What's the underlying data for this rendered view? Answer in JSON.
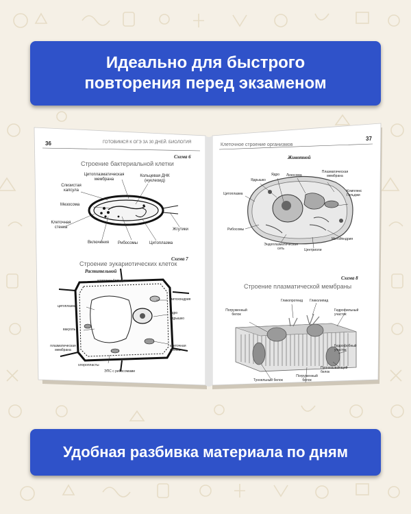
{
  "banners": {
    "top": "Идеально для быстрого повторения перед экзаменом",
    "bottom": "Удобная разбивка материала по дням"
  },
  "left_page": {
    "page_number": "36",
    "running_head": "ГОТОВИМСЯ К ОГЭ ЗА 30 ДНЕЙ. БИОЛОГИЯ",
    "scheme6_label": "Схема 6",
    "scheme6_title": "Строение бактериальной клетки",
    "bacteria_labels": {
      "cytoplasmic_membrane": "Цитоплазматическая мембрана",
      "ring_dna": "Кольцевая ДНК (нуклеоид)",
      "mucous_capsule": "Слизистая капсула",
      "mesosome": "Мезосома",
      "cell_wall": "Клеточная стенка",
      "inclusions": "Включения",
      "ribosomes": "Рибосомы",
      "cytoplasm": "Цитоплазма",
      "flagella": "Жгутики"
    },
    "scheme7_label": "Схема 7",
    "scheme7_title": "Строение эукариотических клеток",
    "plant_heading": "Растительной",
    "plant_labels": {
      "golgi": "комплекс Гольджи",
      "cytoplasm": "цитоплазма",
      "vacuole": "вакуоль",
      "nucleus": "ядро",
      "nucleolus": "ядрышко",
      "mitochondria": "митохондрия",
      "plasma_membrane": "плазматическая мембрана",
      "cell_wall": "клеточная стенка",
      "chloroplasts": "хлоропласты",
      "er": "ЭПС с рибосомами"
    }
  },
  "right_page": {
    "page_number": "37",
    "running_head": "Клеточное строение организмов",
    "animal_heading": "Животной",
    "animal_labels": {
      "nucleus": "Ядро",
      "nucleolus": "Ядрышко",
      "lysosome": "Лизосома",
      "plasma_membrane": "Плазматическая мембрана",
      "golgi": "Комплекс Гольджи",
      "cytoplasm": "Цитоплазма",
      "ribosomes": "Рибосомы",
      "mitochondria": "Митохондрия",
      "er": "Эндоплазматическая сеть",
      "centrioles": "Центриоли"
    },
    "scheme8_label": "Схема 8",
    "scheme8_title": "Строение плазматической мембраны",
    "membrane_labels": {
      "glycoprotein": "Гликопротеид",
      "glycolipid": "Гликолипид",
      "submerged": "Погруженный белок",
      "hydrophilic": "Гидрофильный участок",
      "hydrophobic": "Гидрофобный участок",
      "penetrating": "Пронизывающий белок",
      "tunnel": "Туннельный белок",
      "submerged2": "Погруженный белок"
    }
  },
  "colors": {
    "banner": "#2f52c9",
    "background": "#f5f0e6",
    "page": "#ffffff"
  }
}
